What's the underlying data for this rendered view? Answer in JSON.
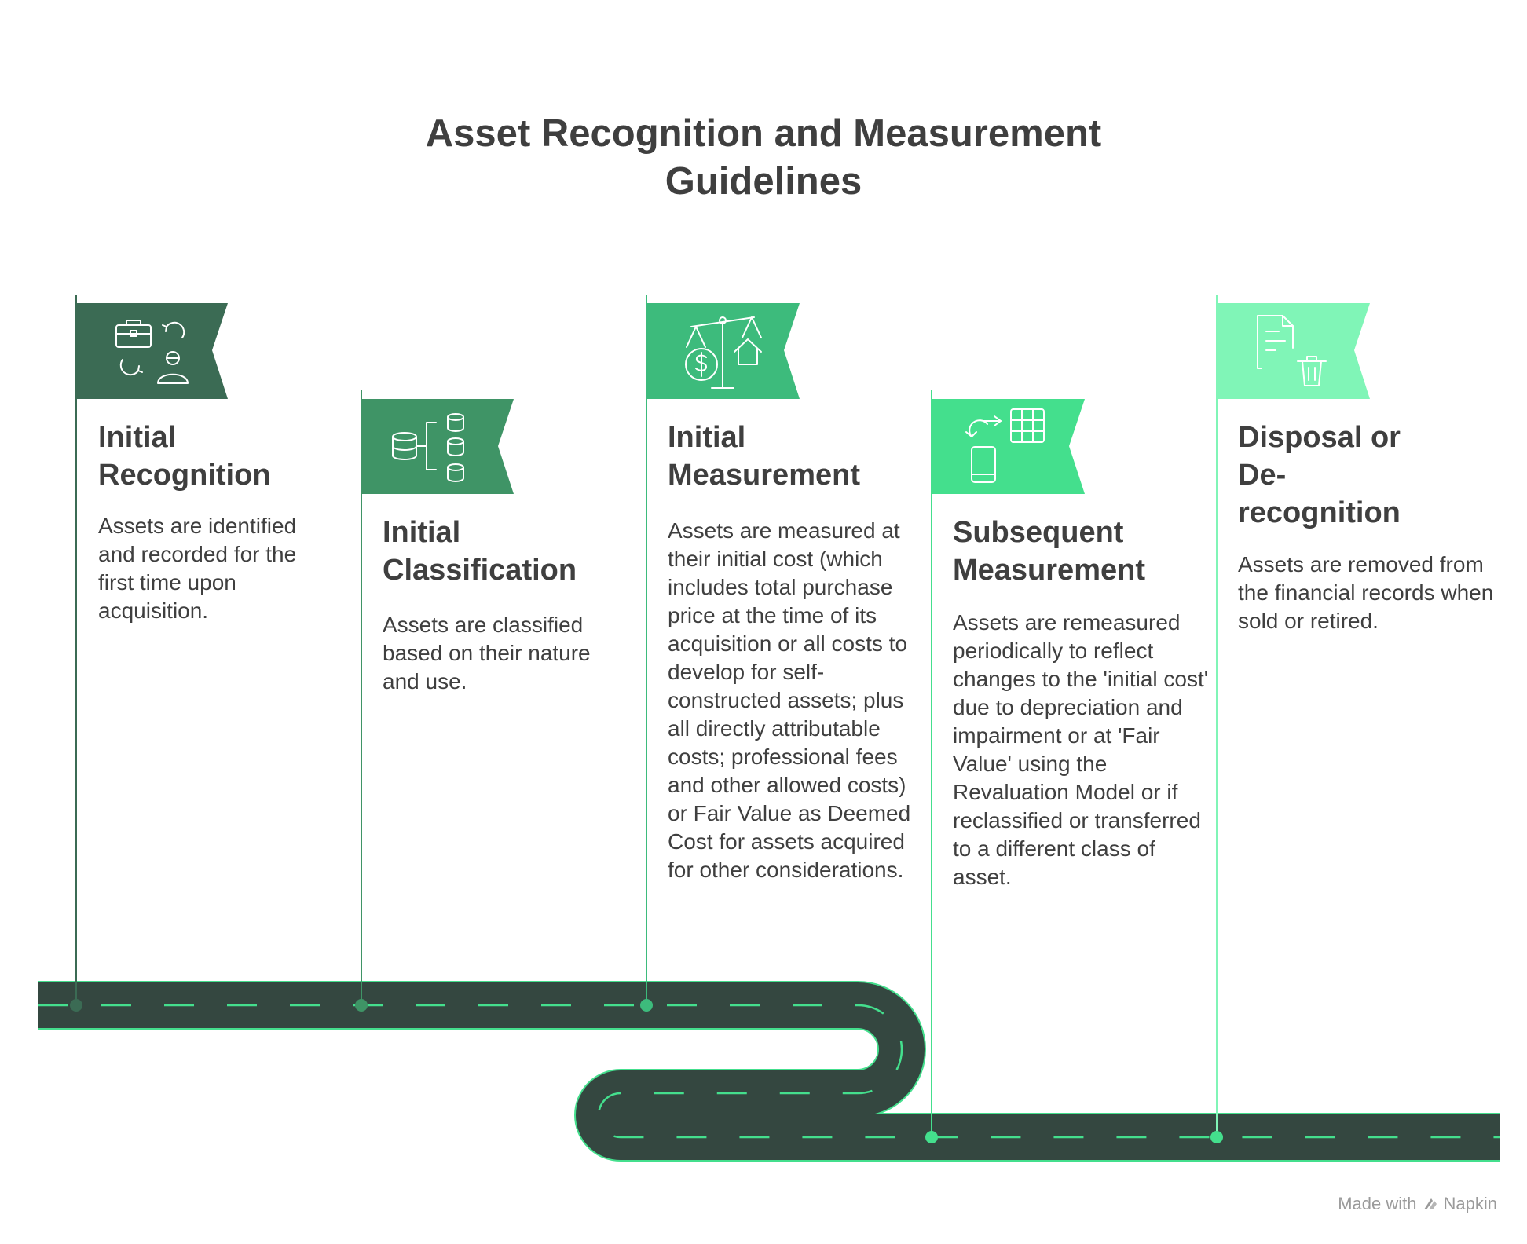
{
  "title": "Asset Recognition and Measurement Guidelines",
  "steps": [
    {
      "title": "Initial Recognition",
      "description": "Assets are identified and recorded for the first time upon acquisition.",
      "color": "#3b6b54",
      "icon": "briefcase-swap-person-icon"
    },
    {
      "title": "Initial Classification",
      "description": "Assets are classified based on their nature and use.",
      "color": "#3f9466",
      "icon": "database-hierarchy-icon"
    },
    {
      "title": "Initial Measurement",
      "description": "Assets are measured at their initial cost (which includes total purchase price at the time of its acquisition or all costs to develop for self-constructed assets; plus all directly attributable costs; professional fees and other allowed costs) or Fair Value as Deemed Cost for assets acquired for other considerations.",
      "color": "#3dbb7c",
      "icon": "balance-scale-icon"
    },
    {
      "title": "Subsequent Measurement",
      "description": "Assets are remeasured periodically to reflect changes to the 'initial cost' due to depreciation and impairment or at 'Fair Value' using the Revaluation Model or if reclassified or transferred to a different class of asset.",
      "color": "#44df8d",
      "icon": "phone-table-swap-icon"
    },
    {
      "title": "Disposal or De-recognition",
      "description": "Assets are removed from the financial records when sold or retired.",
      "color": "#80f5b7",
      "icon": "document-trash-icon"
    }
  ],
  "road": {
    "fill": "#344740",
    "edge": "#44df8d",
    "dash": "#44df8d"
  },
  "watermark": {
    "prefix": "Made with",
    "brand": "Napkin"
  }
}
